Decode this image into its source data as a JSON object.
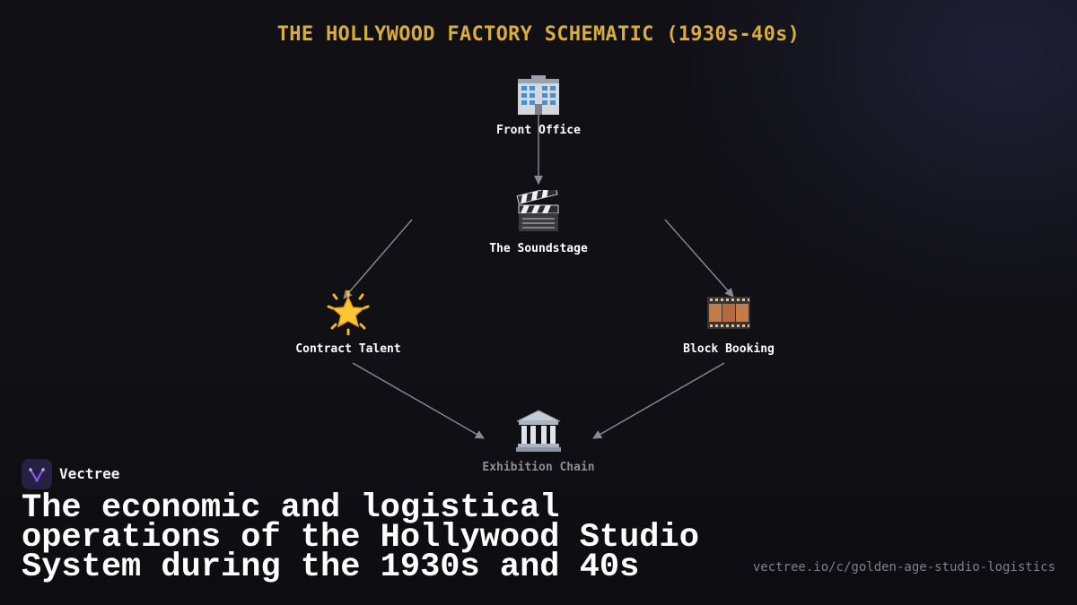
{
  "title": "THE HOLLYWOOD FACTORY SCHEMATIC (1930s-40s)",
  "nodes": {
    "front_office": {
      "label": "Front Office",
      "icon": "office-building-icon"
    },
    "soundstage": {
      "label": "The Soundstage",
      "icon": "clapperboard-icon"
    },
    "contract_talent": {
      "label": "Contract Talent",
      "icon": "glowing-star-icon"
    },
    "block_booking": {
      "label": "Block Booking",
      "icon": "film-frames-icon"
    },
    "exhibition_chain": {
      "label": "Exhibition Chain",
      "icon": "classical-building-icon"
    }
  },
  "edges": [
    {
      "from": "front_office",
      "to": "soundstage"
    },
    {
      "from": "soundstage",
      "to": "contract_talent"
    },
    {
      "from": "soundstage",
      "to": "block_booking"
    },
    {
      "from": "contract_talent",
      "to": "exhibition_chain"
    },
    {
      "from": "block_booking",
      "to": "exhibition_chain"
    }
  ],
  "brand": {
    "name": "Vectree"
  },
  "headline": "The economic and logistical operations of the Hollywood Studio System during the 1930s and 40s",
  "url": "vectree.io/c/golden-age-studio-logistics",
  "colors": {
    "title": "#d9ad3c",
    "edge": "#8a8a90",
    "background": "#111015",
    "brand_accent": "#8b5cf6"
  }
}
